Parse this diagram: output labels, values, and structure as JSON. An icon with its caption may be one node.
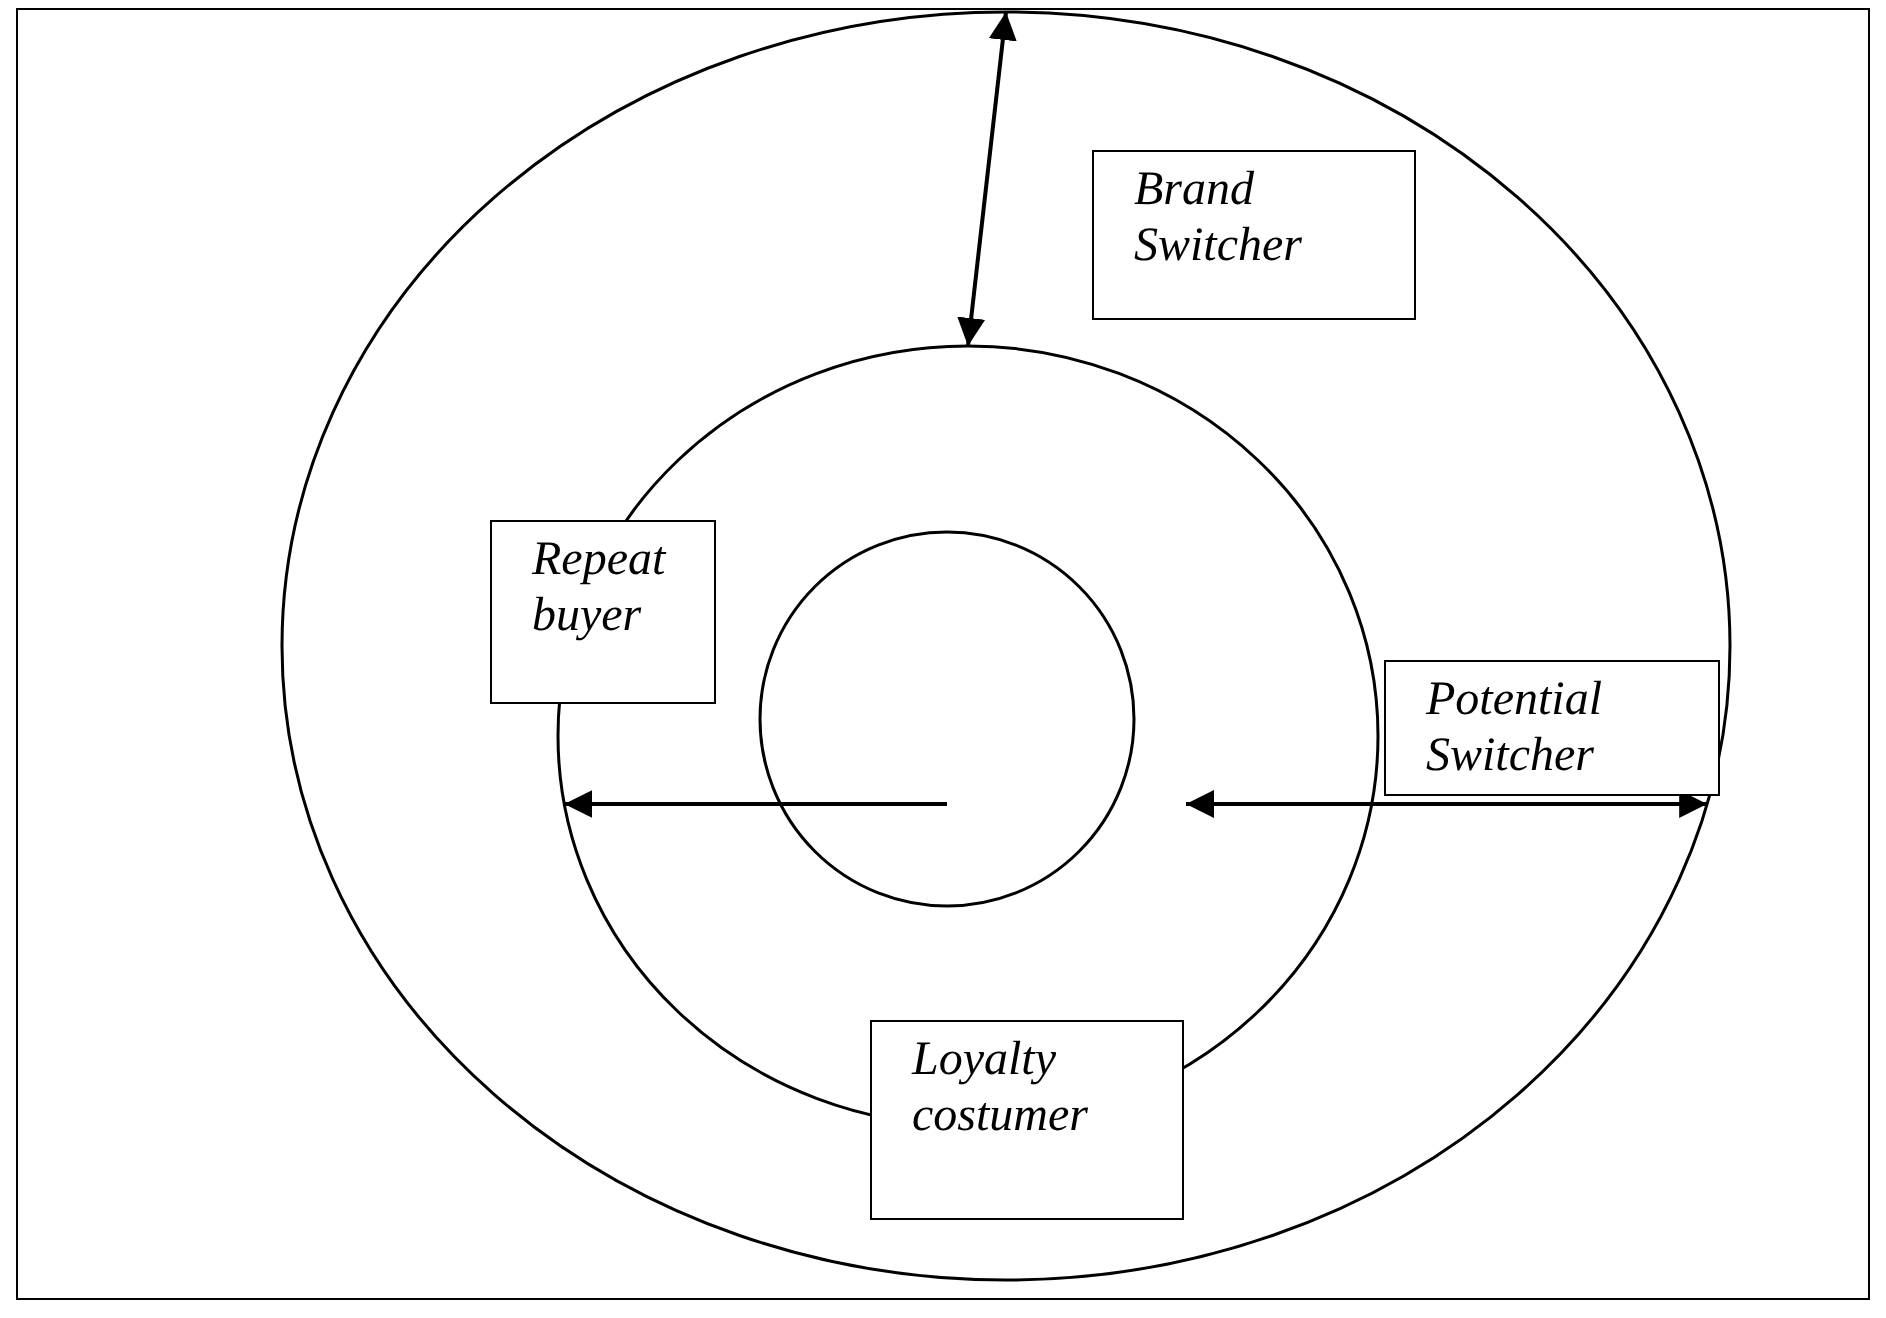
{
  "diagram": {
    "nodes": [
      {
        "text": [],
        "shape": "ellipse"
      },
      {
        "text": [],
        "shape": "ellipse",
        "in": 0
      },
      {
        "text": [],
        "shape": "circle",
        "in": 1
      },
      {
        "text": [
          "Brand Switcher"
        ],
        "in": 0
      },
      {
        "text": [
          "Repeat buyer"
        ],
        "in": 0
      },
      {
        "text": [
          "Potential Switcher"
        ],
        "in": 0
      },
      {
        "text": [
          "Loyalty costumer"
        ],
        "in": 0
      }
    ],
    "edges": [
      {
        "from": 0,
        "to": 1,
        "arrow": "both"
      },
      {
        "from": 2,
        "to": 1,
        "arrow": "to"
      },
      {
        "from": null,
        "to": 0,
        "arrow": "both"
      }
    ]
  }
}
